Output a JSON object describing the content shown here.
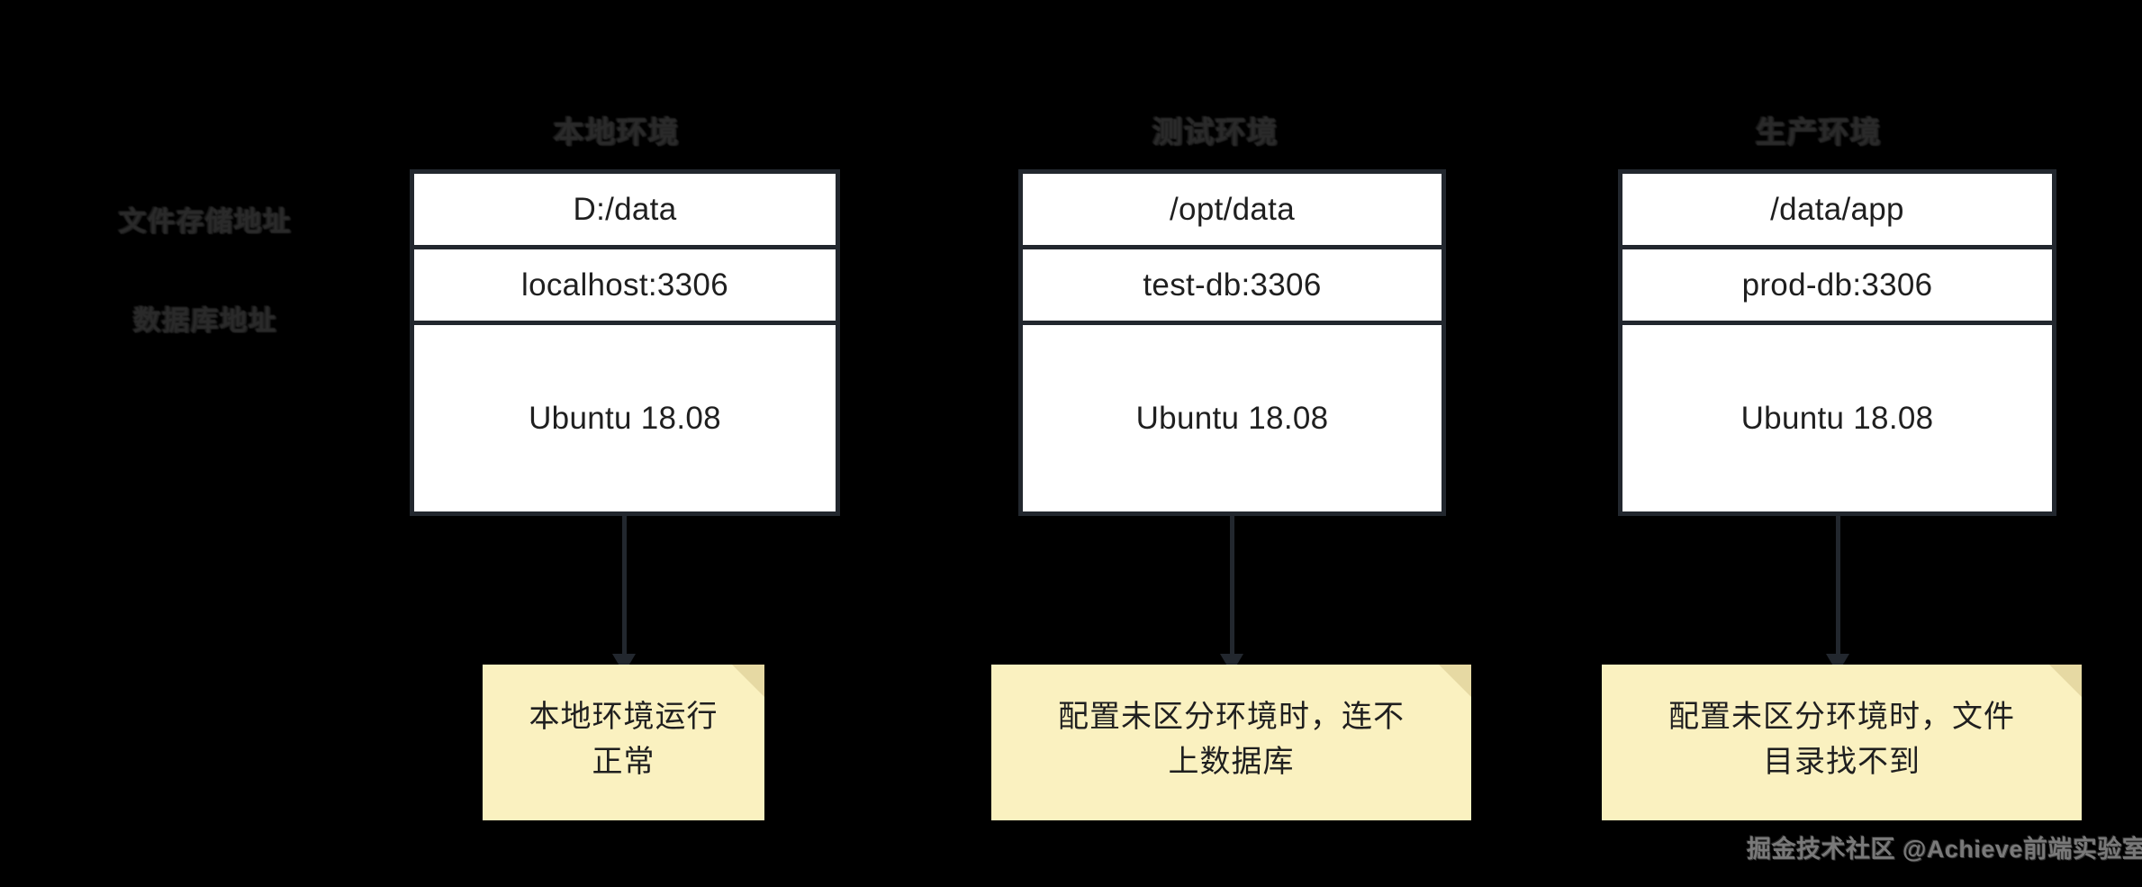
{
  "background_color": "#000000",
  "palette": {
    "border": "#22272e",
    "cell_fill": "#ffffff",
    "note_fill": "#faf1c0",
    "note_fold": "#e6d9a3",
    "obscured_text": "#2c2c2c",
    "watermark_text": "#8f8f8f"
  },
  "row_labels": [
    {
      "text": "文件存储地址",
      "obscured": true
    },
    {
      "text": "数据库地址",
      "obscured": true
    }
  ],
  "columns": [
    {
      "header": {
        "text": "本地环境",
        "obscured": true
      },
      "cells": [
        "D:/data",
        "localhost:3306",
        "Ubuntu 18.08"
      ],
      "note": "本地环境运行\n正常"
    },
    {
      "header": {
        "text": "测试环境",
        "obscured": true
      },
      "cells": [
        "/opt/data",
        "test-db:3306",
        "Ubuntu 18.08"
      ],
      "note": "配置未区分环境时，连不\n上数据库"
    },
    {
      "header": {
        "text": "生产环境",
        "obscured": true
      },
      "cells": [
        "/data/app",
        "prod-db:3306",
        "Ubuntu 18.08"
      ],
      "note": "配置未区分环境时，文件\n目录找不到"
    }
  ],
  "watermark": "掘金技术社区 @Achieve前端实验室"
}
